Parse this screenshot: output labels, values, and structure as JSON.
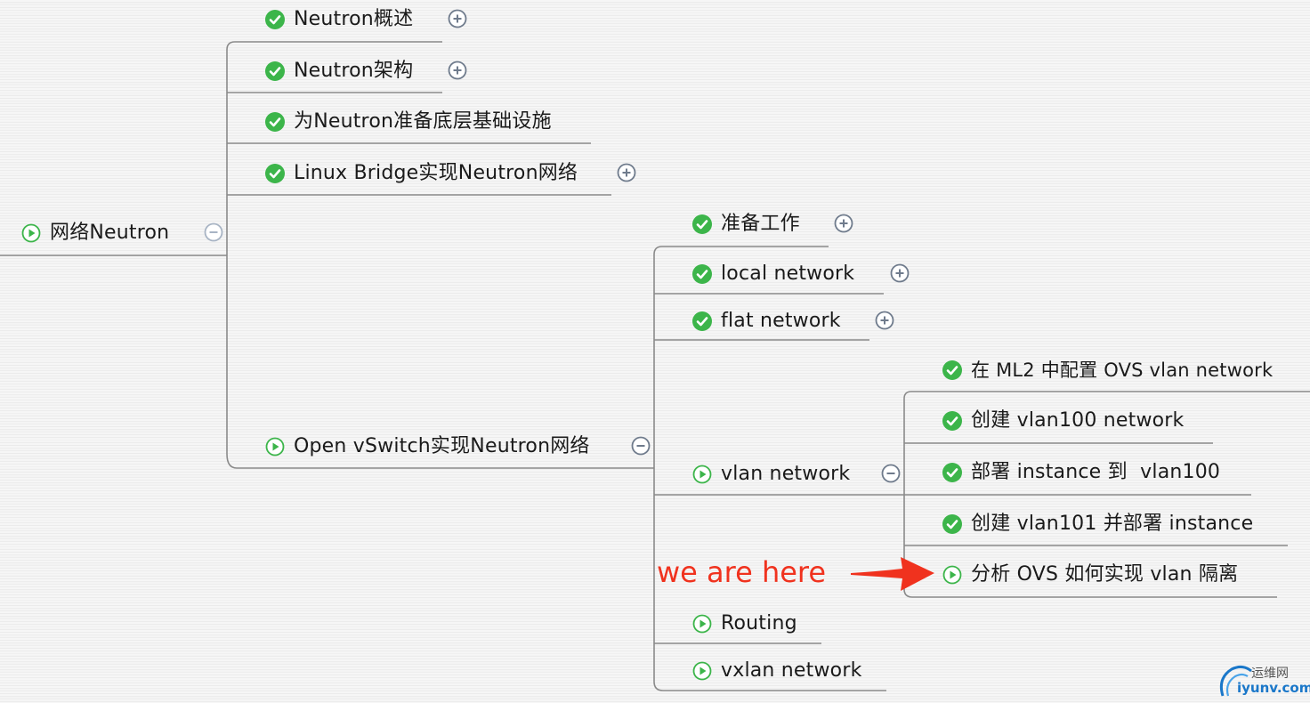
{
  "colors": {
    "line": "#8a8a8a",
    "check": "#3cb54a",
    "play": "#3cb54a",
    "toggle": "#6f7b8c",
    "collapse": "#a8b4c4",
    "annotation": "#f0321e",
    "arrow": "#f0321e",
    "logo": "#1a77c9"
  },
  "mindmap": {
    "root": {
      "label": "网络Neutron",
      "icon": "play-icon",
      "toggle": "collapse"
    },
    "level1": [
      {
        "label": "Neutron概述",
        "icon": "check-icon",
        "toggle": "expand"
      },
      {
        "label": "Neutron架构",
        "icon": "check-icon",
        "toggle": "expand"
      },
      {
        "label": "为Neutron准备底层基础设施",
        "icon": "check-icon",
        "toggle": ""
      },
      {
        "label": "Linux Bridge实现Neutron网络",
        "icon": "check-icon",
        "toggle": "expand"
      },
      {
        "label": "Open vSwitch实现Neutron网络",
        "icon": "play-icon",
        "toggle": "collapse"
      }
    ],
    "level2": [
      {
        "label": "准备工作",
        "icon": "check-icon",
        "toggle": "expand"
      },
      {
        "label": "local network",
        "icon": "check-icon",
        "toggle": "expand"
      },
      {
        "label": "flat network",
        "icon": "check-icon",
        "toggle": "expand"
      },
      {
        "label": "vlan network",
        "icon": "play-icon",
        "toggle": "collapse"
      },
      {
        "label": "Routing",
        "icon": "play-icon",
        "toggle": ""
      },
      {
        "label": "vxlan network",
        "icon": "play-icon",
        "toggle": ""
      }
    ],
    "level3": [
      {
        "label": "在 ML2 中配置 OVS vlan network",
        "icon": "check-icon"
      },
      {
        "label": "创建 vlan100 network",
        "icon": "check-icon"
      },
      {
        "label": "部署 instance 到  vlan100",
        "icon": "check-icon"
      },
      {
        "label": "创建 vlan101 并部署 instance",
        "icon": "check-icon"
      },
      {
        "label": "分析 OVS 如何实现 vlan 隔离",
        "icon": "play-icon"
      }
    ]
  },
  "annotation": {
    "text": "we are here"
  },
  "watermark": {
    "cn": "运维网",
    "en": "iyunv.com"
  }
}
